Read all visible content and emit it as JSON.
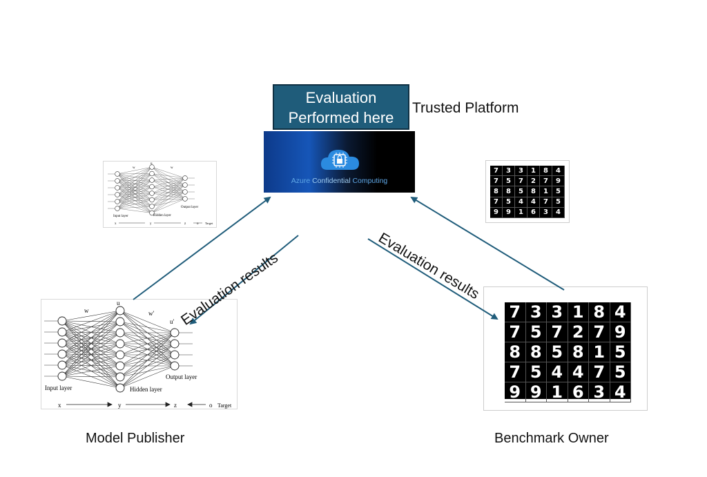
{
  "platform": {
    "eval_line1": "Evaluation",
    "eval_line2": "Performed here",
    "trusted_label": "Trusted Platform",
    "azure_word1": "Azure",
    "azure_word2": "Confidential",
    "azure_word3": "Computing",
    "icon": "cloud-chip-lock-icon"
  },
  "flows": {
    "left_label": "Evaluation results",
    "right_label": "Evaluation results"
  },
  "nn_small": {
    "input_label": "Input layer",
    "hidden_label": "Hidden layer",
    "output_label": "Output layer",
    "target_label": "Target",
    "w1": "w",
    "w2": "w",
    "x": "x",
    "y": "y",
    "z": "z",
    "o": "o",
    "u": "u"
  },
  "nn_large": {
    "input_label": "Input layer",
    "hidden_label": "Hidden layer",
    "output_label": "Output layer",
    "target_label": "Target",
    "w_ij": "w",
    "w_jk": "w'",
    "u_j": "u",
    "u_k": "u'",
    "x_i": "x",
    "y_j": "y",
    "z_k": "z",
    "o_k": "o"
  },
  "mnist_digits": [
    "7",
    "3",
    "3",
    "1",
    "8",
    "4",
    "7",
    "5",
    "7",
    "2",
    "7",
    "9",
    "8",
    "8",
    "5",
    "8",
    "1",
    "5",
    "7",
    "5",
    "4",
    "4",
    "7",
    "5",
    "9",
    "9",
    "1",
    "6",
    "3",
    "4"
  ],
  "captions": {
    "left": "Model Publisher",
    "right": "Benchmark Owner"
  },
  "colors": {
    "arrow": "#1f5c7a",
    "eval_box": "#1f5c7a",
    "azure_text": "#5fa7e6"
  }
}
